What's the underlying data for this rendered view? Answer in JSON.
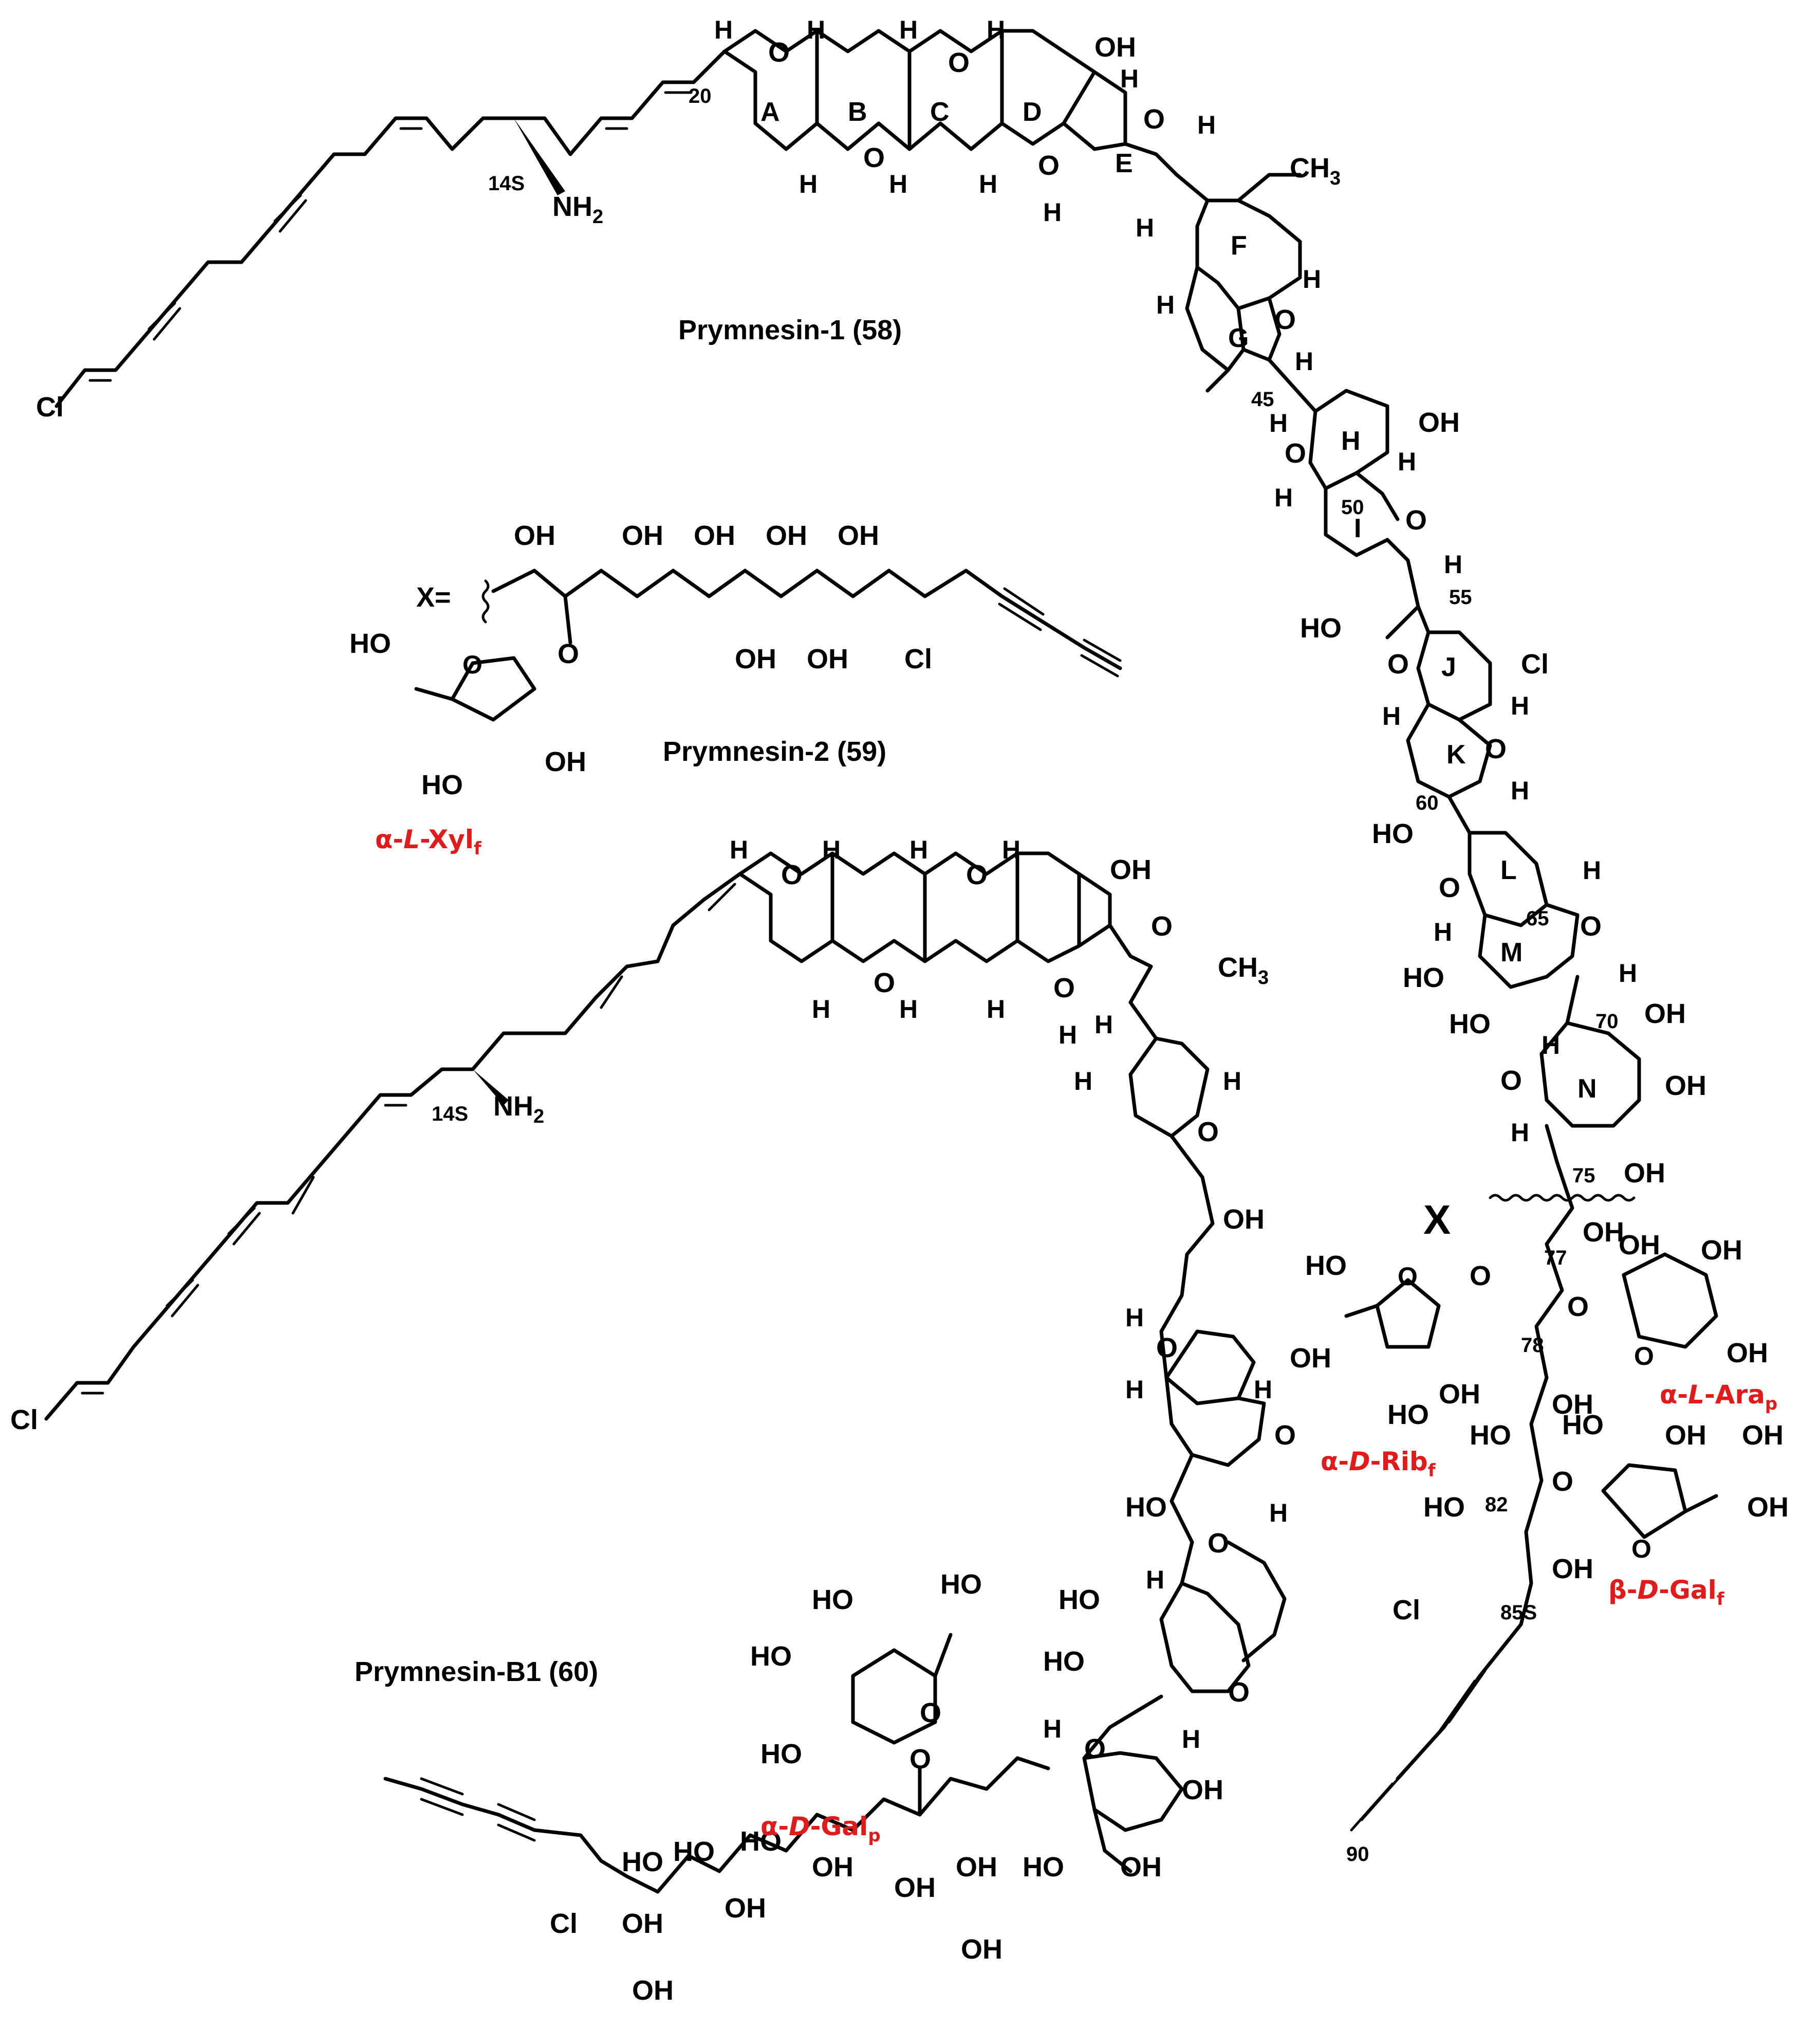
{
  "compounds": [
    {
      "key": "prymnesin1",
      "title": "Prymnesin-1 (58)"
    },
    {
      "key": "prymnesin2",
      "title": "Prymnesin-2 (59)"
    },
    {
      "key": "prymnesinB1",
      "title": "Prymnesin-B1 (60)"
    }
  ],
  "x_substituent_label": "X=",
  "x_attach_label": "X",
  "ring_labels": [
    "A",
    "B",
    "C",
    "D",
    "E",
    "F",
    "G",
    "H",
    "I",
    "J",
    "K",
    "L",
    "M",
    "N"
  ],
  "carbon_numbers": [
    "20",
    "45",
    "50",
    "55",
    "60",
    "65",
    "70",
    "75",
    "77",
    "78",
    "82",
    "85S",
    "90"
  ],
  "stereo_labels": [
    "14S",
    "14S"
  ],
  "sugars": [
    {
      "key": "xyl",
      "prefix": "α-",
      "config": "L",
      "name": "Xyl",
      "sub": "f"
    },
    {
      "key": "rib",
      "prefix": "α-",
      "config": "D",
      "name": "Rib",
      "sub": "f"
    },
    {
      "key": "ara",
      "prefix": "α-",
      "config": "L",
      "name": "Ara",
      "sub": "p"
    },
    {
      "key": "gal_f",
      "prefix": "β-",
      "config": "D",
      "name": "Gal",
      "sub": "f"
    },
    {
      "key": "gal_p",
      "prefix": "α-",
      "config": "D",
      "name": "Gal",
      "sub": "p"
    }
  ],
  "atoms": {
    "H": "H",
    "O": "O",
    "OH": "OH",
    "HO": "HO",
    "Cl": "Cl",
    "NH2": "NH",
    "NH2_sub": "2",
    "CH3": "CH",
    "CH3_sub": "3"
  },
  "colors": {
    "structure": "#000000",
    "sugar_label": "#e11b1b",
    "background": "#ffffff"
  }
}
